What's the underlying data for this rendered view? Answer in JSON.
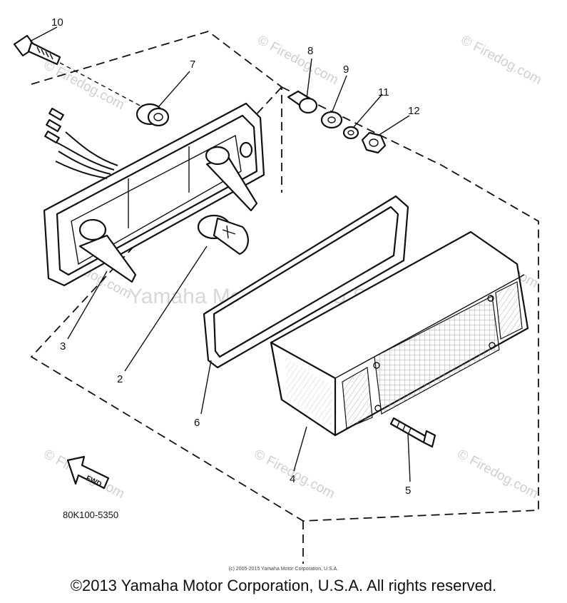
{
  "callouts": [
    "10",
    "7",
    "8",
    "9",
    "11",
    "12",
    "3",
    "2",
    "6",
    "4",
    "5"
  ],
  "fwd_label": "FWD",
  "diagram_code": "80K100-5350",
  "watermark_site": "© Firedog.com",
  "watermark_center": "Yamaha Motor Corp, U.S.A.",
  "small_credit": "(c) 2005-2015 Yamaha Motor Corporation, U.S.A.",
  "copyright": "©2013 Yamaha Motor Corporation, U.S.A. All rights reserved."
}
